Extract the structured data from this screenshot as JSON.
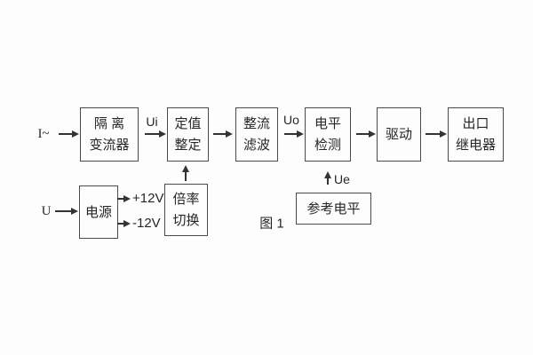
{
  "figure": {
    "caption": "图 1"
  },
  "blocks": {
    "isolation_converter": {
      "line1": "隔 离",
      "line2": "变流器"
    },
    "setpoint_adjust": {
      "line1": "定值",
      "line2": "整定"
    },
    "rectifier_filter": {
      "line1": "整流",
      "line2": "滤波"
    },
    "level_detect": {
      "line1": "电平",
      "line2": "检测"
    },
    "drive": {
      "label": "驱动"
    },
    "output_relay": {
      "line1": "出口",
      "line2": "继电器"
    },
    "power_supply": {
      "label": "电源"
    },
    "ratio_switch": {
      "line1": "倍率",
      "line2": "切换"
    },
    "reference_level": {
      "label": "参考电平"
    }
  },
  "signals": {
    "input_current": "I~",
    "input_voltage": "U",
    "ui": "Ui",
    "uo": "Uo",
    "ue": "Ue",
    "plus_rail": "+12V",
    "minus_rail": "-12V"
  },
  "colors": {
    "line": "#333333",
    "border": "#4a4a4a",
    "background": "#fdfdfd"
  }
}
